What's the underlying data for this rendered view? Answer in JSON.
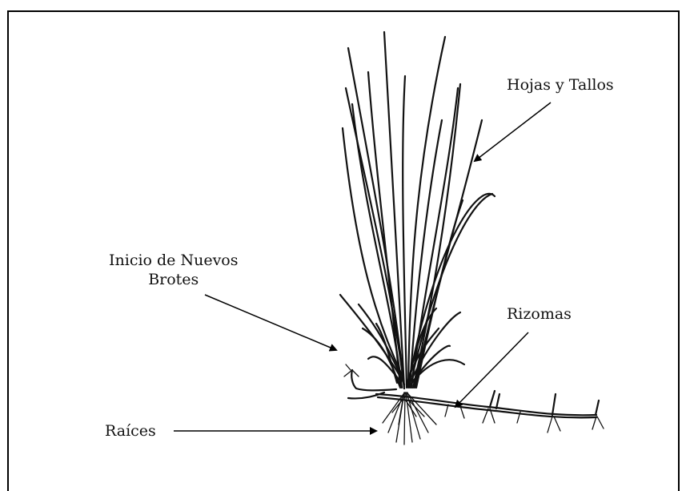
{
  "labels": {
    "leaves": "Hojas y Tallos",
    "new_shoots_line1": "Inicio de Nuevos",
    "new_shoots_line2": "Brotes",
    "rhizomes": "Rizomas",
    "roots": "Raíces"
  },
  "colors": {
    "ink": "#111111",
    "background": "#ffffff"
  }
}
